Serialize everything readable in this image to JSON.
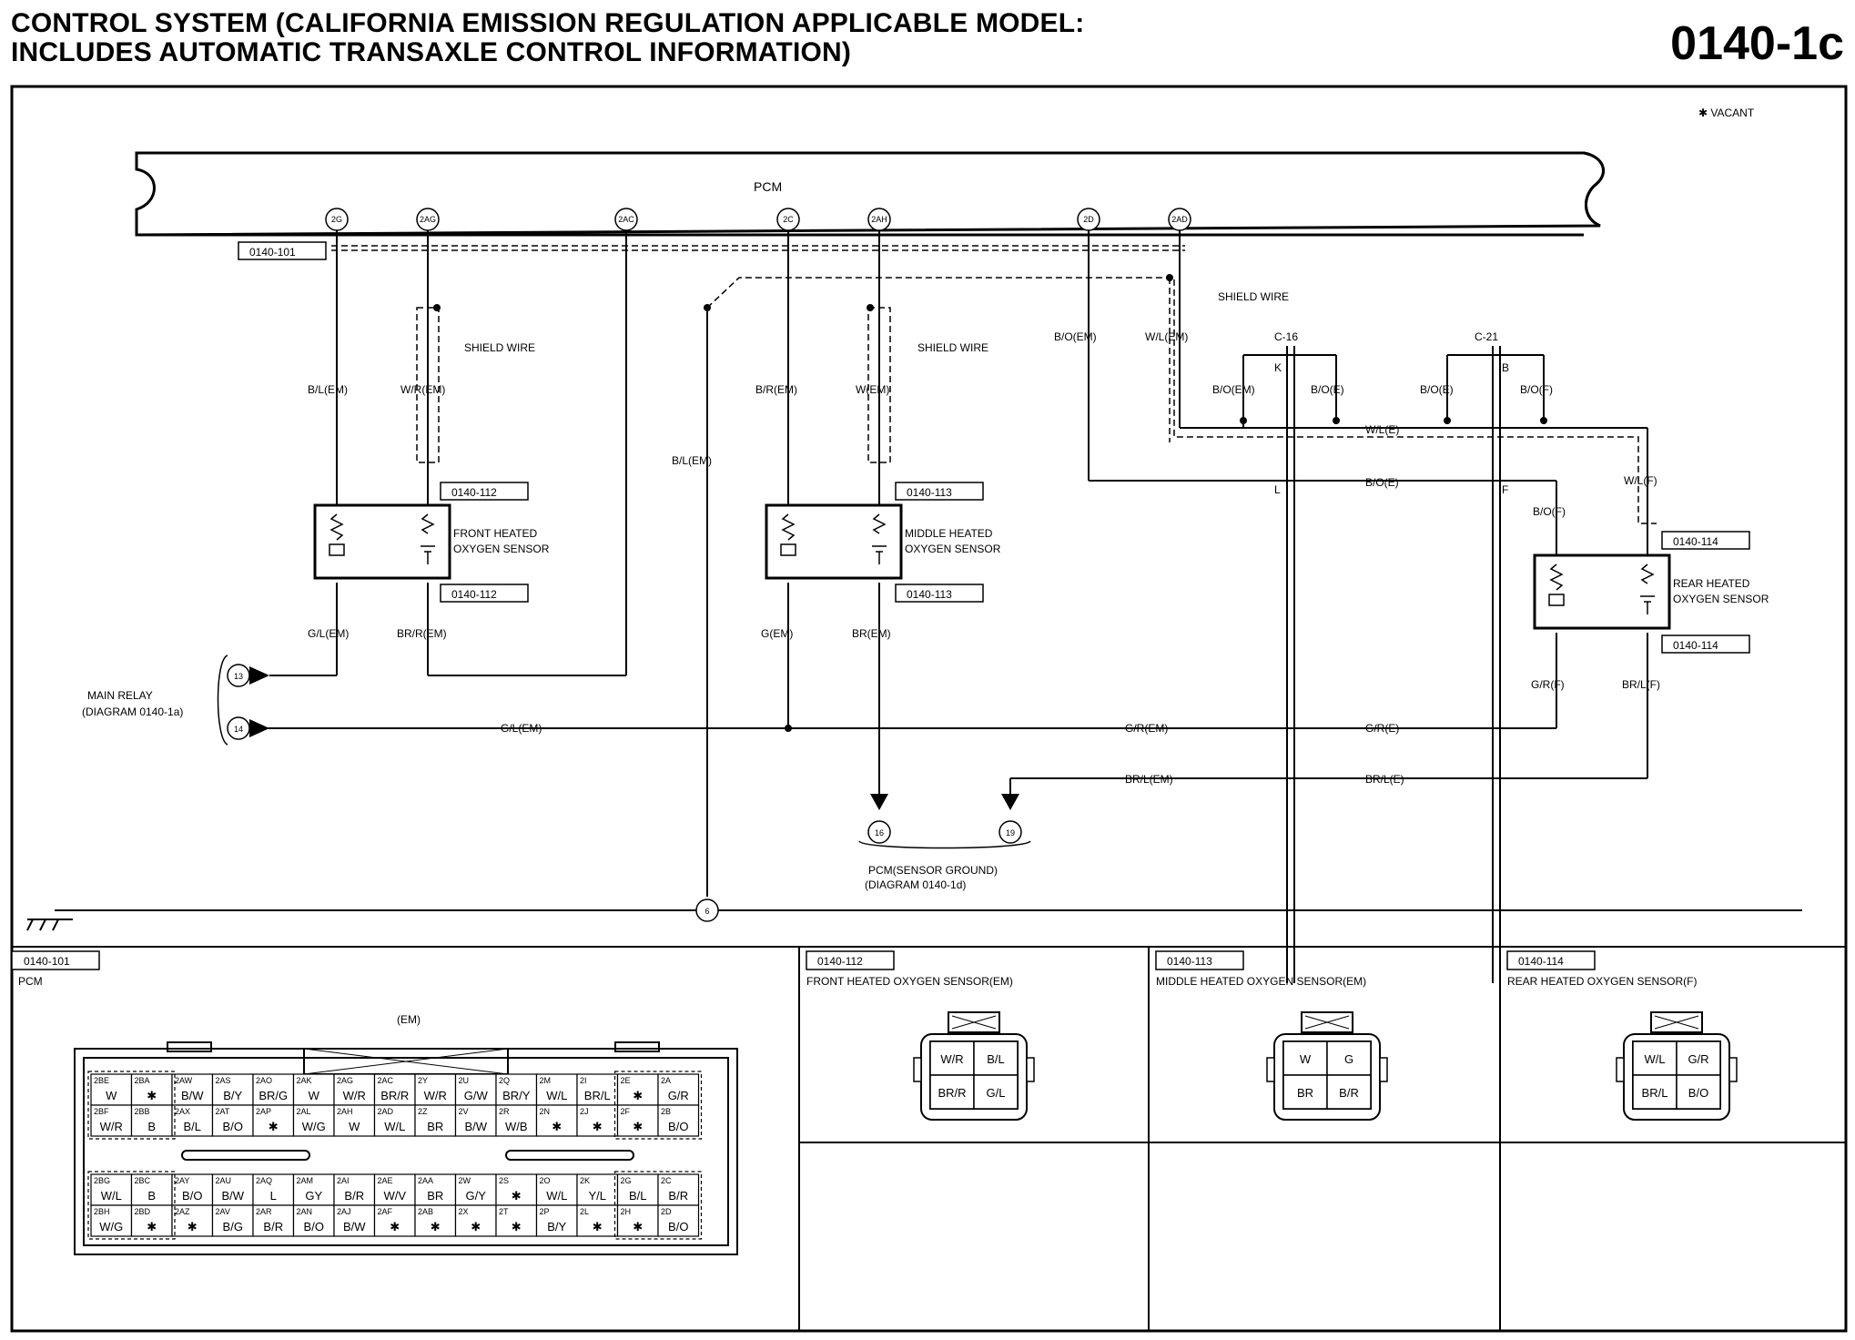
{
  "header": {
    "title_line1": "CONTROL SYSTEM (CALIFORNIA EMISSION REGULATION APPLICABLE MODEL:",
    "title_line2": "INCLUDES AUTOMATIC TRANSAXLE CONTROL INFORMATION)",
    "page_number": "0140-1c"
  },
  "legend": {
    "vacant": "✱ VACANT"
  },
  "pcm": {
    "label": "PCM",
    "terminals": [
      "2G",
      "2AG",
      "2AC",
      "2C",
      "2AH",
      "2D",
      "2AD"
    ],
    "connector_ref": "0140-101"
  },
  "labels": {
    "shield_wire": "SHIELD WIRE",
    "c16": "C-16",
    "c21": "C-21",
    "k": "K",
    "b": "B",
    "l": "L",
    "f": "F",
    "main_relay": "MAIN RELAY",
    "main_relay_diagram": "(DIAGRAM 0140-1a)",
    "pcm_sensor_ground": "PCM(SENSOR GROUND)",
    "pcm_sensor_ground_diagram": "(DIAGRAM 0140-1d)",
    "circle_13": "13",
    "circle_14": "14",
    "circle_16": "16",
    "circle_19": "19",
    "circle_6": "6"
  },
  "wires": {
    "bl_em": "B/L(EM)",
    "wr_em": "W/R(EM)",
    "br_em": "B/R(EM)",
    "w_em": "W(EM)",
    "bo_em": "B/O(EM)",
    "wl_em": "W/L(EM)",
    "bo_e": "B/O(E)",
    "bo_f": "B/O(F)",
    "wl_e": "W/L(E)",
    "wl_f": "W/L(F)",
    "gl_em": "G/L(EM)",
    "brr_em": "BR/R(EM)",
    "g_em": "G(EM)",
    "br_em2": "BR(EM)",
    "gr_em": "G/R(EM)",
    "gr_e": "G/R(E)",
    "gr_f": "G/R(F)",
    "brl_em": "BR/L(EM)",
    "brl_e": "BR/L(E)",
    "brl_f": "BR/L(F)"
  },
  "sensors": {
    "front": {
      "ref": "0140-112",
      "name_line1": "FRONT HEATED",
      "name_line2": "OXYGEN SENSOR"
    },
    "middle": {
      "ref": "0140-113",
      "name_line1": "MIDDLE HEATED",
      "name_line2": "OXYGEN SENSOR"
    },
    "rear": {
      "ref": "0140-114",
      "name_line1": "REAR HEATED",
      "name_line2": "OXYGEN SENSOR"
    }
  },
  "connector_views": {
    "pcm": {
      "ref": "0140-101",
      "title": "PCM",
      "subtitle": "(EM)",
      "upper_rows": [
        [
          [
            "2BE",
            "W"
          ],
          [
            "2BA",
            "✱"
          ],
          [
            "2AW",
            "B/W"
          ],
          [
            "2AS",
            "B/Y"
          ],
          [
            "2AO",
            "BR/G"
          ],
          [
            "2AK",
            "W"
          ],
          [
            "2AG",
            "W/R"
          ],
          [
            "2AC",
            "BR/R"
          ],
          [
            "2Y",
            "W/R"
          ],
          [
            "2U",
            "G/W"
          ],
          [
            "2Q",
            "BR/Y"
          ],
          [
            "2M",
            "W/L"
          ],
          [
            "2I",
            "BR/L"
          ],
          [
            "2E",
            "✱"
          ],
          [
            "2A",
            "G/R"
          ]
        ],
        [
          [
            "2BF",
            "W/R"
          ],
          [
            "2BB",
            "B"
          ],
          [
            "2AX",
            "B/L"
          ],
          [
            "2AT",
            "B/O"
          ],
          [
            "2AP",
            "✱"
          ],
          [
            "2AL",
            "W/G"
          ],
          [
            "2AH",
            "W"
          ],
          [
            "2AD",
            "W/L"
          ],
          [
            "2Z",
            "BR"
          ],
          [
            "2V",
            "B/W"
          ],
          [
            "2R",
            "W/B"
          ],
          [
            "2N",
            "✱"
          ],
          [
            "2J",
            "✱"
          ],
          [
            "2F",
            "✱"
          ],
          [
            "2B",
            "B/O"
          ]
        ]
      ],
      "lower_rows": [
        [
          [
            "2BG",
            "W/L"
          ],
          [
            "2BC",
            "B"
          ],
          [
            "2AY",
            "B/O"
          ],
          [
            "2AU",
            "B/W"
          ],
          [
            "2AQ",
            "L"
          ],
          [
            "2AM",
            "GY"
          ],
          [
            "2AI",
            "B/R"
          ],
          [
            "2AE",
            "W/V"
          ],
          [
            "2AA",
            "BR"
          ],
          [
            "2W",
            "G/Y"
          ],
          [
            "2S",
            "✱"
          ],
          [
            "2O",
            "W/L"
          ],
          [
            "2K",
            "Y/L"
          ],
          [
            "2G",
            "B/L"
          ],
          [
            "2C",
            "B/R"
          ]
        ],
        [
          [
            "2BH",
            "W/G"
          ],
          [
            "2BD",
            "✱"
          ],
          [
            "2AZ",
            "✱"
          ],
          [
            "2AV",
            "B/G"
          ],
          [
            "2AR",
            "B/R"
          ],
          [
            "2AN",
            "B/O"
          ],
          [
            "2AJ",
            "B/W"
          ],
          [
            "2AF",
            "✱"
          ],
          [
            "2AB",
            "✱"
          ],
          [
            "2X",
            "✱"
          ],
          [
            "2T",
            "✱"
          ],
          [
            "2P",
            "B/Y"
          ],
          [
            "2L",
            "✱"
          ],
          [
            "2H",
            "✱"
          ],
          [
            "2D",
            "B/O"
          ]
        ]
      ]
    },
    "front": {
      "ref": "0140-112",
      "title": "FRONT HEATED OXYGEN SENSOR(EM)",
      "cells": [
        "W/R",
        "B/L",
        "BR/R",
        "G/L"
      ]
    },
    "middle": {
      "ref": "0140-113",
      "title": "MIDDLE HEATED OXYGEN SENSOR(EM)",
      "cells": [
        "W",
        "G",
        "BR",
        "B/R"
      ]
    },
    "rear": {
      "ref": "0140-114",
      "title": "REAR HEATED OXYGEN SENSOR(F)",
      "cells": [
        "W/L",
        "G/R",
        "BR/L",
        "B/O"
      ]
    }
  }
}
